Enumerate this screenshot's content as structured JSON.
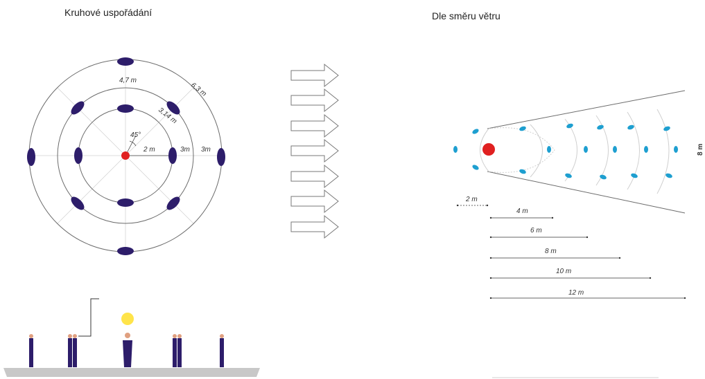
{
  "titles": {
    "circular": "Kruhové uspořádání",
    "wind": "Dle směru větru"
  },
  "circular": {
    "radius_labels": [
      "2 m",
      "3m",
      "3m"
    ],
    "circumference_labels": [
      "4,7 m",
      "6,3 m",
      "3,14 m"
    ],
    "angle_label": "45°"
  },
  "wind": {
    "width_label": "8 m",
    "distance_labels": [
      "2 m",
      "4 m",
      "6 m",
      "8 m",
      "10 m",
      "12 m"
    ]
  },
  "colors": {
    "pole": "#2d1d6a",
    "source": "#e02020",
    "sensor": "#1e9fd0",
    "lamp": "#ffe44a",
    "ground": "#c8c8c8",
    "line": "#6b6b6b"
  }
}
